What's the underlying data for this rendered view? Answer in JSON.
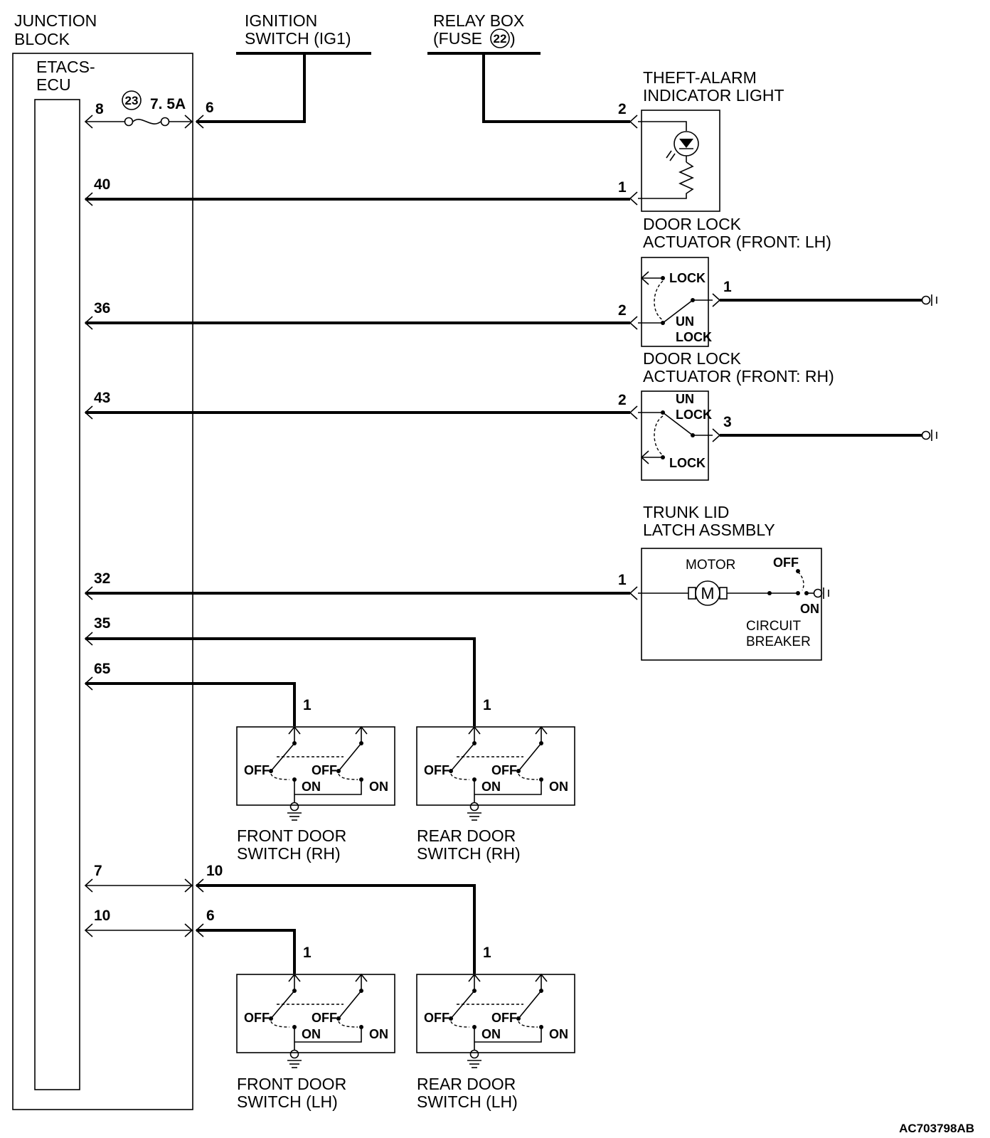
{
  "diagram": {
    "junction_block": {
      "line1": "JUNCTION",
      "line2": "BLOCK"
    },
    "etacs_ecu": {
      "line1": "ETACS-",
      "line2": "ECU"
    },
    "fuse": {
      "number": "23",
      "rating": "7. 5A"
    },
    "ignition_switch": {
      "line1": "IGNITION",
      "line2": "SWITCH (IG1)"
    },
    "relay_box": {
      "line1": "RELAY BOX",
      "line2_prefix": "(FUSE",
      "fuse_number": "22",
      "line2_suffix": ")"
    },
    "theft_alarm": {
      "line1": "THEFT-ALARM",
      "line2": "INDICATOR LIGHT"
    },
    "door_lock_lh": {
      "line1": "DOOR LOCK",
      "line2": "ACTUATOR (FRONT: LH)",
      "lock": "LOCK",
      "un": "UN",
      "un_lock": "LOCK"
    },
    "door_lock_rh": {
      "line1": "DOOR LOCK",
      "line2": "ACTUATOR (FRONT: RH)",
      "lock": "LOCK",
      "un": "UN",
      "un_lock": "LOCK"
    },
    "trunk_lid": {
      "line1": "TRUNK LID",
      "line2": "LATCH ASSMBLY",
      "motor": "MOTOR",
      "motor_symbol": "M",
      "off": "OFF",
      "on": "ON",
      "cb1": "CIRCUIT",
      "cb2": "BREAKER"
    },
    "switch_labels": {
      "off": "OFF",
      "on": "ON"
    },
    "front_door_rh": {
      "line1": "FRONT DOOR",
      "line2": "SWITCH (RH)"
    },
    "rear_door_rh": {
      "line1": "REAR DOOR",
      "line2": "SWITCH (RH)"
    },
    "front_door_lh": {
      "line1": "FRONT DOOR",
      "line2": "SWITCH (LH)"
    },
    "rear_door_lh": {
      "line1": "REAR DOOR",
      "line2": "SWITCH (LH)"
    },
    "pins": {
      "ecu_8": "8",
      "jb_6": "6",
      "theft_2": "2",
      "ecu_40": "40",
      "theft_1": "1",
      "ecu_36": "36",
      "dl_lh_2": "2",
      "dl_lh_1": "1",
      "ecu_43": "43",
      "dl_rh_2": "2",
      "dl_rh_3": "3",
      "ecu_32": "32",
      "trunk_1": "1",
      "ecu_35": "35",
      "ecu_65": "65",
      "fd_rh_1": "1",
      "rd_rh_1": "1",
      "ecu_7": "7",
      "jb_10": "10",
      "ecu_10": "10",
      "jb_6b": "6",
      "fd_lh_1": "1",
      "rd_lh_1": "1"
    },
    "figure_code": "AC703798AB"
  }
}
